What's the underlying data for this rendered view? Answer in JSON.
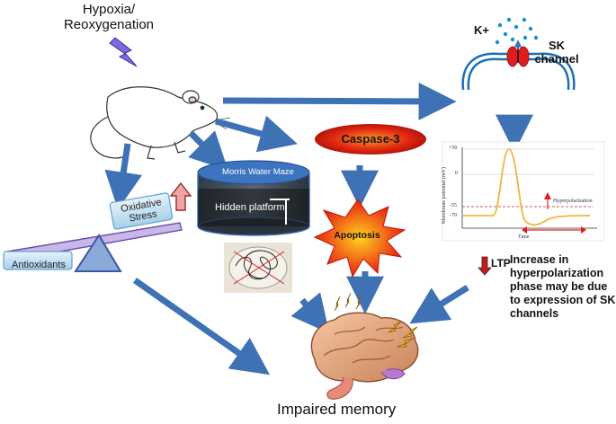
{
  "labels": {
    "hypoxia": "Hypoxia/ Reoxygenation",
    "k_plus": "K+",
    "sk_channel": "SK channel",
    "caspase": "Caspase-3",
    "morris": "Morris Water Maze",
    "hidden_platform": "Hidden platform",
    "oxidative_stress": "Oxidative Stress",
    "antioxidants": "Antioxidants",
    "apoptosis": "Apoptosis",
    "ltp": "LTP",
    "note": "Increase in hyperpolarization phase may be due to expression of SK channels",
    "impaired_memory": "Impaired memory"
  },
  "graph": {
    "ylabel": "Membrane potential (mV)",
    "xlabel": "Time",
    "annotation": "Hyperpolarization",
    "ticks": [
      "+50",
      "0",
      "-55",
      "-70"
    ]
  },
  "colors": {
    "arrow": "#3e72b4",
    "caspase": "#d81d0c",
    "apoptosis": "#ee2d14",
    "trace": "#f0b43c",
    "red_arrow": "#b52024"
  }
}
